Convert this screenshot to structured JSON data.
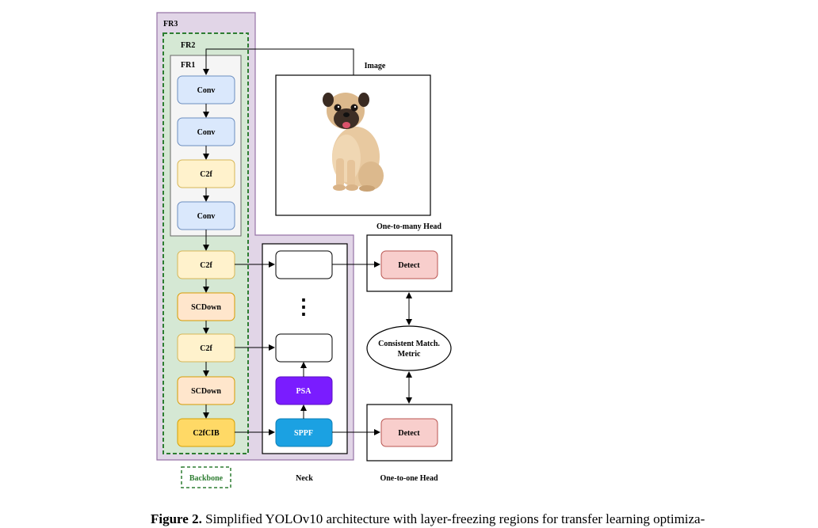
{
  "regions": {
    "fr3": "FR3",
    "fr2": "FR2",
    "fr1": "FR1",
    "backbone": "Backbone",
    "neck": "Neck",
    "image": "Image",
    "one_to_many_head": "One-to-many Head",
    "one_to_one_head": "One-to-one Head"
  },
  "backbone_blocks": [
    {
      "label": "Conv",
      "color": "#dae8fc"
    },
    {
      "label": "Conv",
      "color": "#dae8fc"
    },
    {
      "label": "C2f",
      "color": "#fff2cc"
    },
    {
      "label": "Conv",
      "color": "#dae8fc"
    },
    {
      "label": "C2f",
      "color": "#fff2cc"
    },
    {
      "label": "SCDown",
      "color": "#ffe6cc"
    },
    {
      "label": "C2f",
      "color": "#fff2cc"
    },
    {
      "label": "SCDown",
      "color": "#ffe6cc"
    },
    {
      "label": "C2fCIB",
      "color": "#ffd966"
    }
  ],
  "neck_blocks": {
    "psa": "PSA",
    "sppf": "SPPF",
    "ellipsis": "⋮"
  },
  "heads": {
    "detect_top": "Detect",
    "detect_bottom": "Detect",
    "metric_line1": "Consistent Match.",
    "metric_line2": "Metric"
  },
  "colors": {
    "fr3_fill": "#e1d5e7",
    "fr3_stroke": "#9673a6",
    "fr2_fill": "#d5e8d4",
    "fr2_stroke": "#2e7d32",
    "fr1_fill": "#f5f5f5",
    "psa": "#7a1cff",
    "sppf": "#1ba1e2",
    "detect": "#f8cecc",
    "backbone_text": "#2e7d32"
  },
  "caption": {
    "label": "Figure 2.",
    "text": "Simplified YOLOv10 architecture with layer-freezing regions for transfer learning optimiza-"
  }
}
